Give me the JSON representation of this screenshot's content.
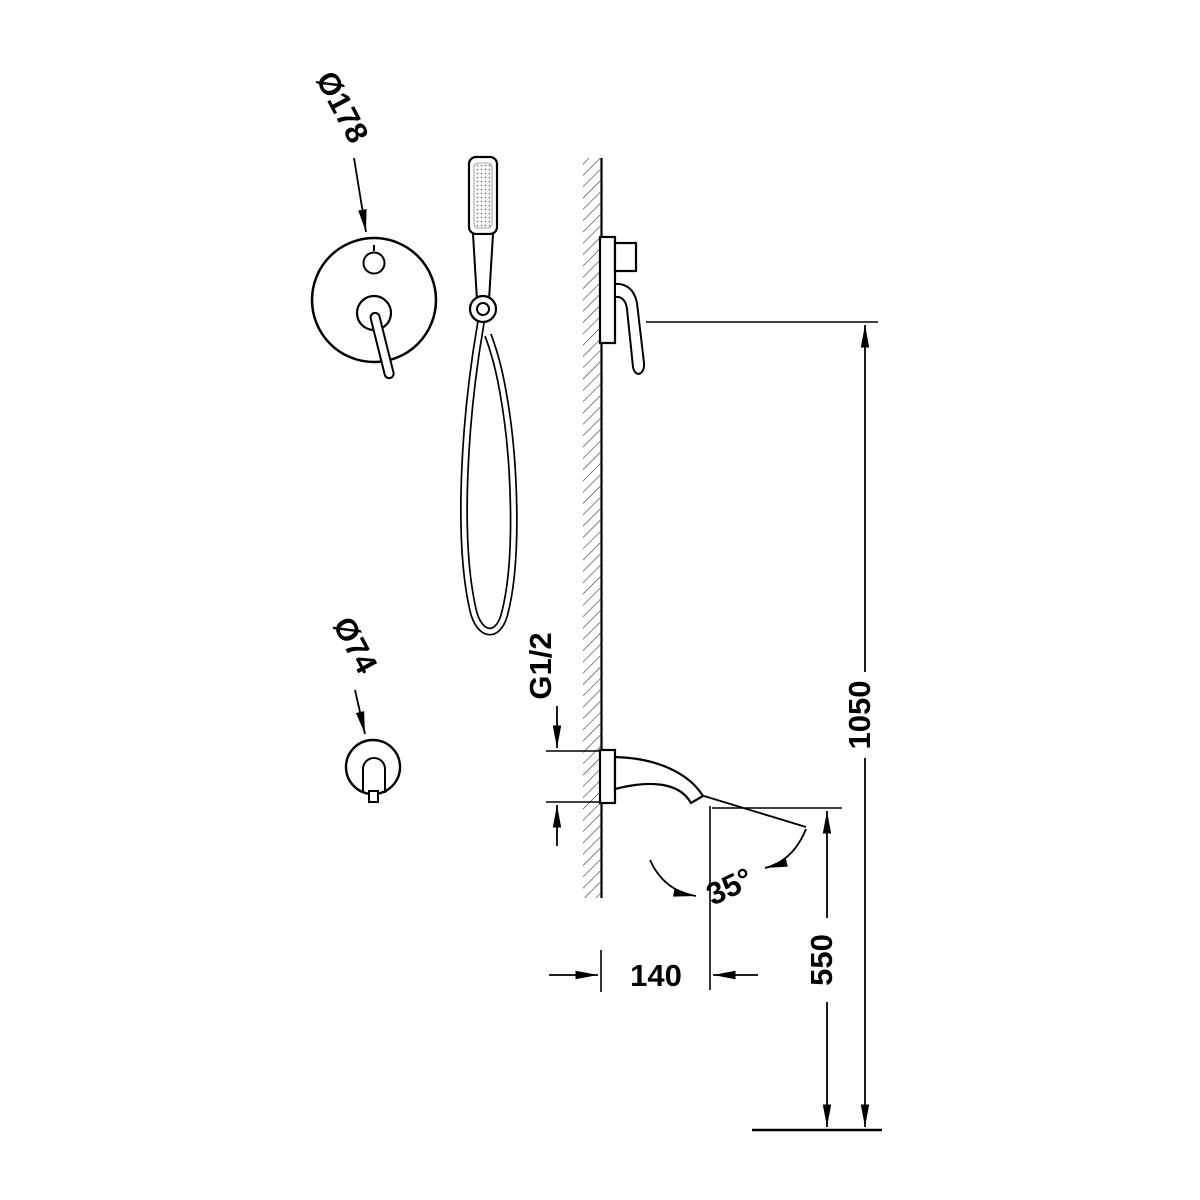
{
  "diagram": {
    "labels": {
      "plate_diameter": "Ø178",
      "holder_diameter": "Ø74",
      "thread_connection": "G1/2",
      "height_total": "1050",
      "height_spout": "550",
      "spout_reach": "140",
      "spout_angle": "35°"
    },
    "colors": {
      "line": "#000000",
      "background": "#ffffff",
      "hatch": "#333333"
    }
  }
}
